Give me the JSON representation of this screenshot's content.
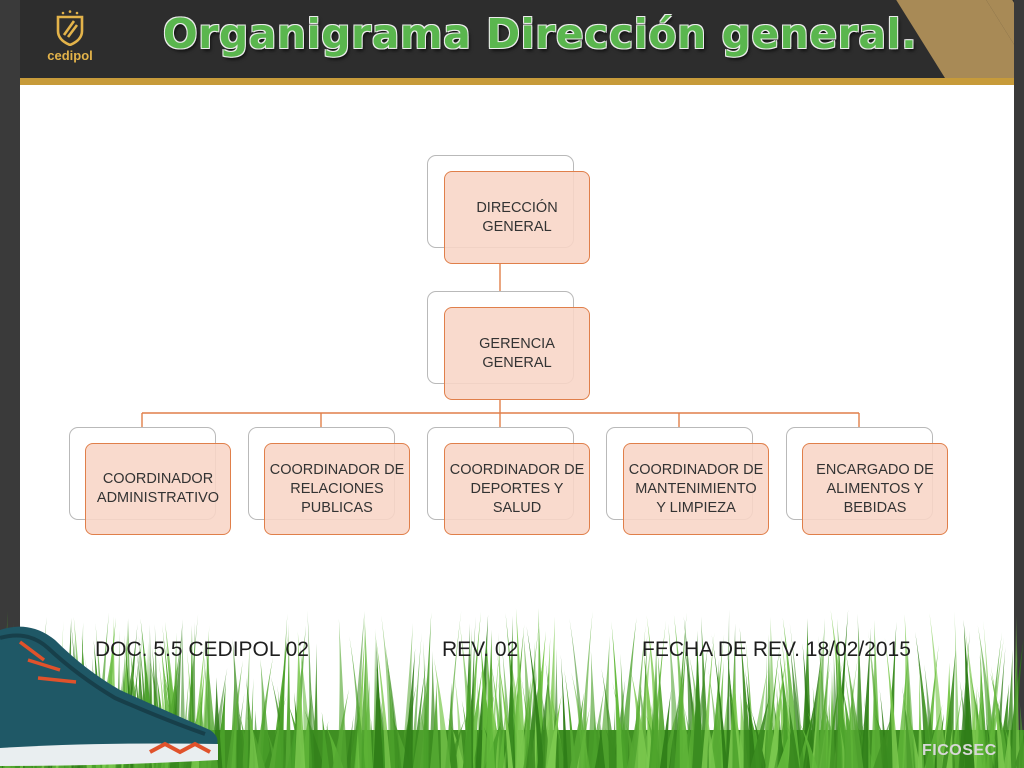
{
  "header": {
    "logo_text": "cedipol",
    "title": "Organigrama Dirección general."
  },
  "org": {
    "director": [
      "DIRECCIÓN",
      "GENERAL"
    ],
    "manager": [
      "GERENCIA",
      "GENERAL"
    ],
    "coordinators": [
      [
        "COORDINADOR",
        "ADMINISTRATIVO"
      ],
      [
        "COORDINADOR DE",
        "RELACIONES",
        "PUBLICAS"
      ],
      [
        "COORDINADOR DE",
        "DEPORTES Y",
        "SALUD"
      ],
      [
        "COORDINADOR DE",
        "MANTENIMIENTO",
        "Y LIMPIEZA"
      ],
      [
        "ENCARGADO DE",
        "ALIMENTOS Y",
        "BEBIDAS"
      ]
    ]
  },
  "footer": {
    "doc": "DOC. 5.5 CEDIPOL 02",
    "rev": "REV. 02",
    "date": "FECHA DE REV. 18/02/2015",
    "watermark": "FICOSEC"
  },
  "colors": {
    "header_bg": "#2d2d2d",
    "accent_gold": "#c79b3a",
    "title_green": "#5ab64e",
    "box_fill": "#f8d5c6",
    "box_border": "#e07f4a",
    "connector": "#e07f4a"
  },
  "icons": [
    "cedipol-shield-logo",
    "running-shoe-illustration",
    "grass-illustration"
  ]
}
